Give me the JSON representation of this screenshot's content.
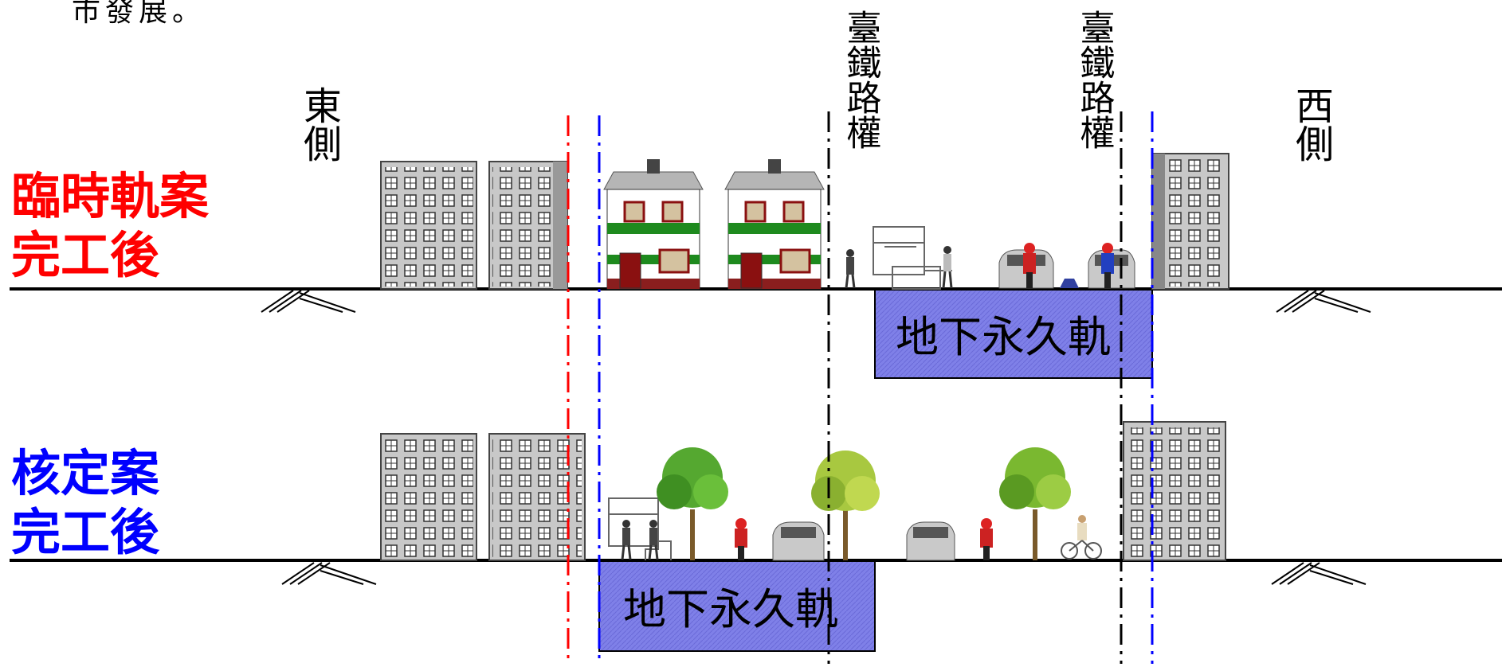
{
  "header_text": "市發展。",
  "sides": {
    "east": "東側",
    "west": "西側"
  },
  "row_labels": {
    "top": {
      "line1": "臨時軌案",
      "line2": "完工後",
      "color": "#ff0000"
    },
    "bottom": {
      "line1": "核定案",
      "line2": "完工後",
      "color": "#0000ff"
    }
  },
  "rail_right_label": "臺鐵路權",
  "tunnel_label": "地下永久軌",
  "colors": {
    "red_line": "#ff0000",
    "blue_line": "#0000ff",
    "tunnel_fill": "#7f7fe6",
    "ground": "#000000"
  }
}
